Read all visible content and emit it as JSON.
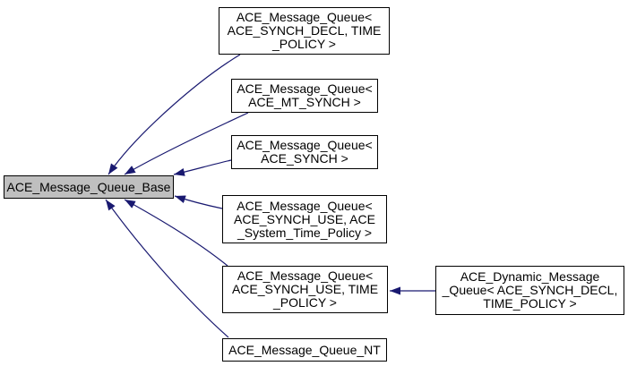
{
  "diagram": {
    "type": "class-inheritance-graph",
    "colors": {
      "arrow": "#191970",
      "node_border": "#000000",
      "node_fill": "#ffffff",
      "highlight_fill": "#bfbfbf",
      "text": "#000000",
      "background": "#ffffff"
    },
    "nodes": [
      {
        "id": "base",
        "label": "ACE_Message_Queue_Base",
        "highlighted": true
      },
      {
        "id": "mq-synch-decl-time-policy",
        "label": "ACE_Message_Queue<\nACE_SYNCH_DECL, TIME\n_POLICY >"
      },
      {
        "id": "mq-mt-synch",
        "label": "ACE_Message_Queue<\nACE_MT_SYNCH >"
      },
      {
        "id": "mq-synch",
        "label": "ACE_Message_Queue<\nACE_SYNCH >"
      },
      {
        "id": "mq-synch-use-system-time-policy",
        "label": "ACE_Message_Queue<\nACE_SYNCH_USE, ACE\n_System_Time_Policy >"
      },
      {
        "id": "mq-synch-use-time-policy",
        "label": "ACE_Message_Queue<\nACE_SYNCH_USE, TIME\n_POLICY >"
      },
      {
        "id": "mq-nt",
        "label": "ACE_Message_Queue_NT"
      },
      {
        "id": "dynamic-mq",
        "label": "ACE_Dynamic_Message\n_Queue< ACE_SYNCH_DECL,\nTIME_POLICY >"
      }
    ],
    "edges": [
      {
        "from": "mq-synch-decl-time-policy",
        "to": "base",
        "relation": "inherits"
      },
      {
        "from": "mq-mt-synch",
        "to": "base",
        "relation": "inherits"
      },
      {
        "from": "mq-synch",
        "to": "base",
        "relation": "inherits"
      },
      {
        "from": "mq-synch-use-system-time-policy",
        "to": "base",
        "relation": "inherits"
      },
      {
        "from": "mq-synch-use-time-policy",
        "to": "base",
        "relation": "inherits"
      },
      {
        "from": "mq-nt",
        "to": "base",
        "relation": "inherits"
      },
      {
        "from": "dynamic-mq",
        "to": "mq-synch-use-time-policy",
        "relation": "inherits"
      }
    ]
  }
}
